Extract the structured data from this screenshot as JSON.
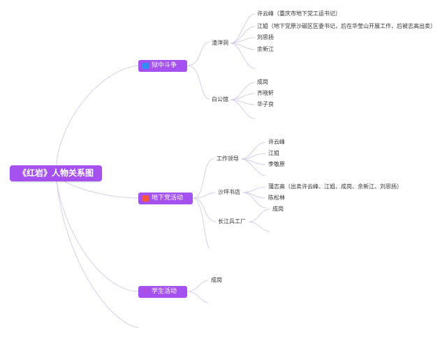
{
  "root": {
    "title": "《红岩》人物关系图"
  },
  "topics": [
    {
      "label": "狱中斗争",
      "icon": "blue-square-icon",
      "groups": [
        {
          "label": "渣滓洞",
          "items": [
            "许云峰（重庆市地下党工运书记）",
            "江姐（地下党原沙磁区区委书记，后在华莹山开展工作，后被志高出卖）",
            "刘思扬",
            "余新江"
          ]
        },
        {
          "label": "白公馆",
          "items": [
            "成岗",
            "齐晓轩",
            "华子良"
          ]
        }
      ]
    },
    {
      "label": "地下党活动",
      "icon": "red-square-icon",
      "groups": [
        {
          "label": "工作领导",
          "items": [
            "许云峰",
            "江姐",
            "李敬原"
          ]
        },
        {
          "label": "沙坪书店",
          "items": [
            "蒲志高（出卖许云峰、江姐、成岗、余新江、刘思扬）",
            "陈松林"
          ]
        },
        {
          "label": "长江兵工厂",
          "items": [
            "成岗"
          ]
        }
      ]
    },
    {
      "label": "学生活动",
      "icon": "heart-icon",
      "items": [
        "成岗"
      ]
    }
  ],
  "colors": {
    "node_fill": "#a451f0",
    "line": "#d8cfe6",
    "text": "#333333"
  }
}
